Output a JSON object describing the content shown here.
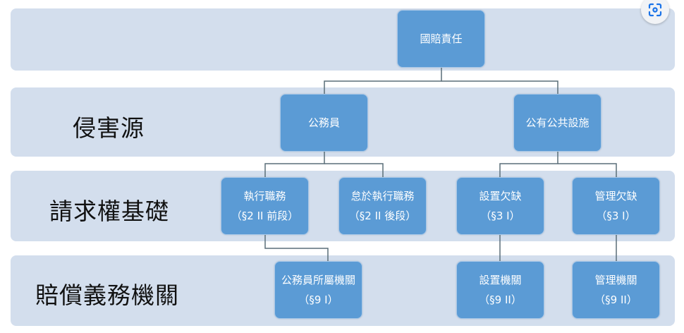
{
  "rows": {
    "source": "侵害源",
    "basis": "請求權基礎",
    "obligor": "賠償義務機關"
  },
  "nodes": {
    "root": {
      "title": "國賠責任"
    },
    "civil_servant": {
      "title": "公務員"
    },
    "public_facility": {
      "title": "公有公共設施"
    },
    "duty_exec": {
      "title": "執行職務",
      "ref": "（§2 II 前段）"
    },
    "duty_neglect": {
      "title": "怠於執行職務",
      "ref": "（§2 II 後段）"
    },
    "install_defect": {
      "title": "設置欠缺",
      "ref": "（§3 I）"
    },
    "manage_defect": {
      "title": "管理欠缺",
      "ref": "（§3 I）"
    },
    "servant_agency": {
      "title": "公務員所屬機關",
      "ref": "（§9 I）"
    },
    "install_agency": {
      "title": "設置機關",
      "ref": "（§9 II）"
    },
    "manage_agency": {
      "title": "管理機關",
      "ref": "（§9 II）"
    }
  },
  "colors": {
    "node": "#5b9bd5",
    "band": "#d3deed",
    "line": "#5a6e78"
  },
  "icons": {
    "lens": "lens-search-icon"
  }
}
